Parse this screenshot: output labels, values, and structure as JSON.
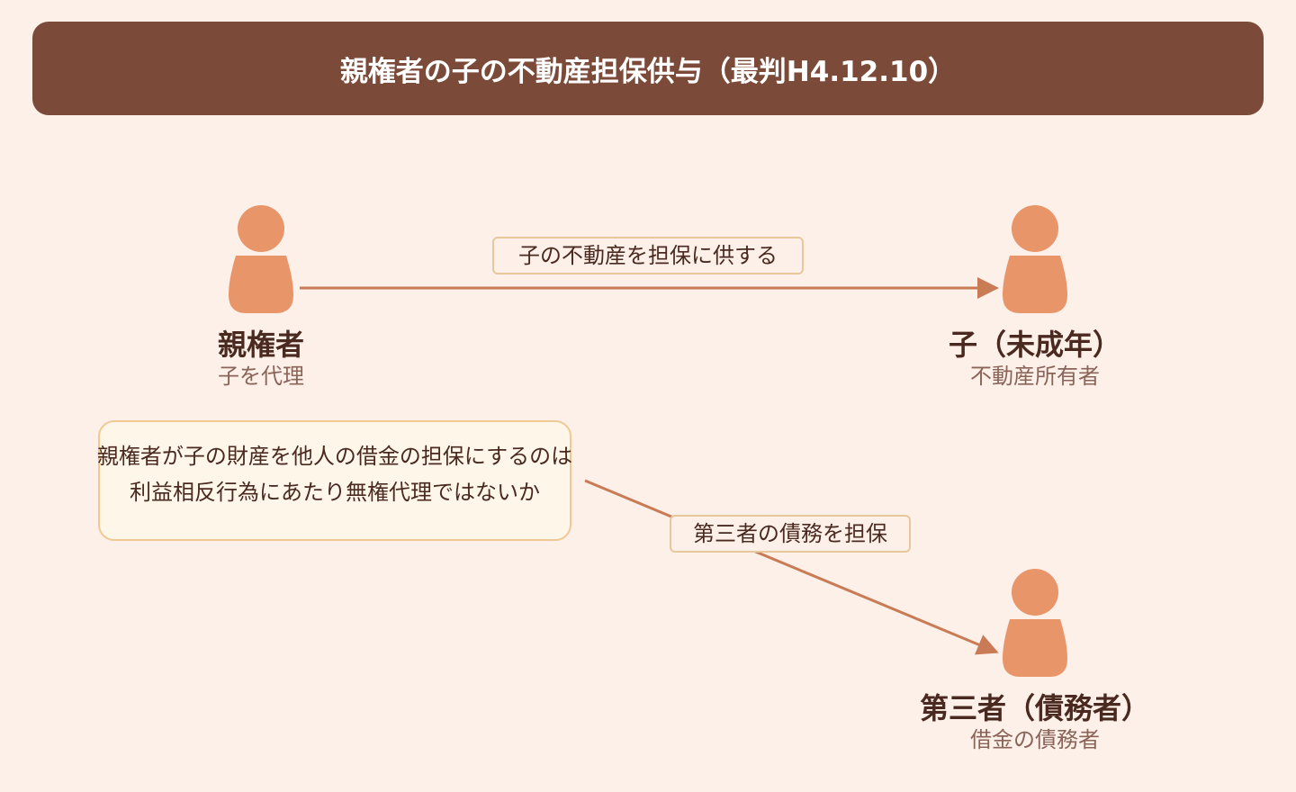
{
  "title": "親権者の子の不動産担保供与（最判H4.12.10）",
  "nodes": {
    "parent": {
      "name": "親権者",
      "role": "子を代理"
    },
    "child": {
      "name": "子（未成年）",
      "role": "不動産所有者"
    },
    "third_party": {
      "name": "第三者（債務者）",
      "role": "借金の債務者"
    }
  },
  "edges": {
    "parent_to_child": "子の不動産を担保に供する",
    "to_third_party": "第三者の債務を担保"
  },
  "note": {
    "line1": "親権者が子の財産を他人の借金の担保にするのは",
    "line2": "利益相反行為にあたり無権代理ではないか"
  },
  "colors": {
    "banner": "#7b4a39",
    "person": "#e8956a",
    "arrow": "#c87b55",
    "background": "#fdf0e8",
    "label_border": "#e8c79a",
    "note_border": "#f0c893"
  }
}
